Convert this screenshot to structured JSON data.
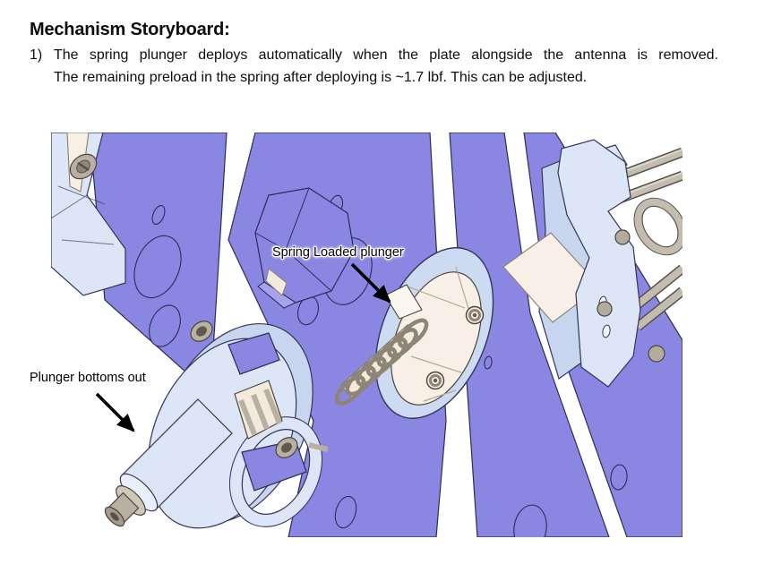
{
  "slide": {
    "title": "Mechanism Storyboard:",
    "steps": [
      {
        "number": "1)",
        "line1": "The spring plunger deploys automatically when the plate alongside the antenna is removed.",
        "line2": "The remaining preload in the spring after deploying is ~1.7 lbf. This can be adjusted."
      }
    ]
  },
  "figure": {
    "callouts": [
      {
        "label": "Spring Loaded plunger"
      },
      {
        "label": "Plunger bottoms out"
      }
    ],
    "colors": {
      "background": "#ffffff",
      "plate_purple": "#8a87e3",
      "part_blue_light": "#dce6f7",
      "part_blue_mid": "#c7d5ef",
      "cream": "#f8efe7",
      "hardware_tan": "#b9b0a3",
      "spring_gray": "#8e8577",
      "outline_dark": "#34345c",
      "annotation_black": "#000000"
    }
  }
}
